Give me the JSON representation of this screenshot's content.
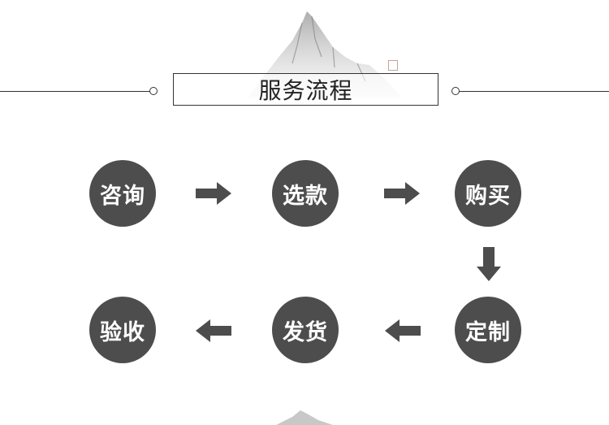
{
  "title": "服务流程",
  "steps": [
    {
      "label": "咨询"
    },
    {
      "label": "选款"
    },
    {
      "label": "购买"
    },
    {
      "label": "定制"
    },
    {
      "label": "发货"
    },
    {
      "label": "验收"
    }
  ],
  "colors": {
    "circle": "#4d4d4d",
    "arrow": "#4d4d4d",
    "line": "#333333",
    "text_on_circle": "#ffffff"
  }
}
